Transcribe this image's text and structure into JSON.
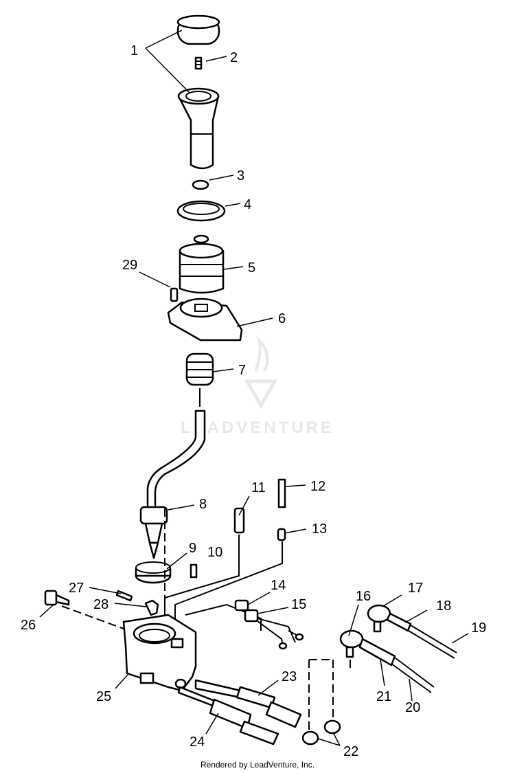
{
  "callouts": {
    "c1": "1",
    "c2": "2",
    "c3": "3",
    "c4": "4",
    "c5": "5",
    "c6": "6",
    "c7": "7",
    "c8": "8",
    "c9": "9",
    "c10": "10",
    "c11": "11",
    "c12": "12",
    "c13": "13",
    "c14": "14",
    "c15": "15",
    "c16": "16",
    "c17": "17",
    "c18": "18",
    "c19": "19",
    "c20": "20",
    "c21": "21",
    "c22": "22",
    "c23": "23",
    "c24": "24",
    "c25": "25",
    "c26": "26",
    "c27": "27",
    "c28": "28",
    "c29": "29"
  },
  "watermark": "LEADVENTURE",
  "footer": "Rendered by LeadVenture, Inc."
}
